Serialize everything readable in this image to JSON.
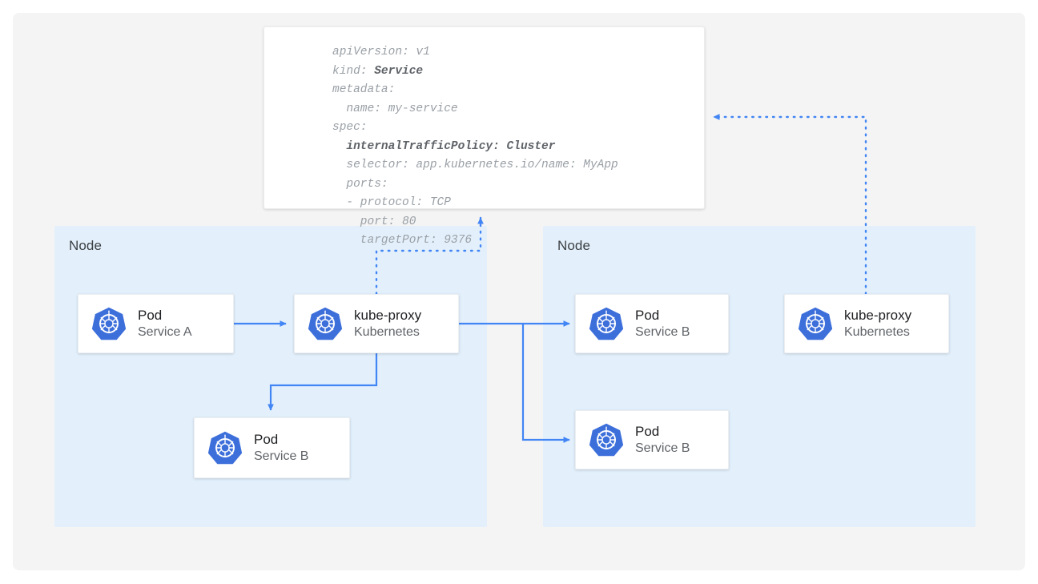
{
  "canvas": {
    "background": "#f4f4f4",
    "accent": "#4285f4",
    "node_fill": "#e3f0fc"
  },
  "manifest": {
    "name": "service-yaml-manifest",
    "lines": [
      {
        "text": "apiVersion: v1",
        "bold": false
      },
      {
        "text": "kind: ",
        "bold_text": "Service"
      },
      {
        "text": "metadata:",
        "bold": false
      },
      {
        "text": "  name: my-service",
        "bold": false
      },
      {
        "text": "spec:",
        "bold": false
      },
      {
        "text": "",
        "bold_text": "  internalTrafficPolicy: Cluster"
      },
      {
        "text": "  selector: app.kubernetes.io/name: MyApp",
        "bold": false
      },
      {
        "text": "  ports:",
        "bold": false
      },
      {
        "text": "  - protocol: TCP",
        "bold": false
      },
      {
        "text": "    port: 80",
        "bold": false
      },
      {
        "text": "    targetPort: 9376",
        "bold": false
      }
    ],
    "full_text": "apiVersion: v1\nkind: Service\nmetadata:\n  name: my-service\nspec:\n  internalTrafficPolicy: Cluster\n  selector: app.kubernetes.io/name: MyApp\n  ports:\n  - protocol: TCP\n    port: 80\n    targetPort: 9376"
  },
  "nodes": [
    {
      "label": "Node",
      "id": "node-left"
    },
    {
      "label": "Node",
      "id": "node-right"
    }
  ],
  "cards": {
    "pod_service_a": {
      "title": "Pod",
      "subtitle": "Service A",
      "icon": "kubernetes-icon"
    },
    "kube_proxy_left": {
      "title": "kube-proxy",
      "subtitle": "Kubernetes",
      "icon": "kubernetes-icon"
    },
    "pod_service_b_local": {
      "title": "Pod",
      "subtitle": "Service B",
      "icon": "kubernetes-icon"
    },
    "pod_service_b_remote_top": {
      "title": "Pod",
      "subtitle": "Service B",
      "icon": "kubernetes-icon"
    },
    "pod_service_b_remote_bottom": {
      "title": "Pod",
      "subtitle": "Service B",
      "icon": "kubernetes-icon"
    },
    "kube_proxy_right": {
      "title": "kube-proxy",
      "subtitle": "Kubernetes",
      "icon": "kubernetes-icon"
    }
  }
}
